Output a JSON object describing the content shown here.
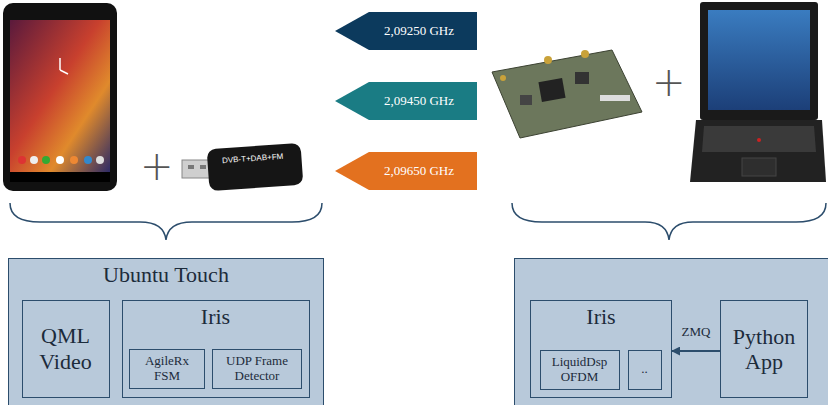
{
  "diagram": {
    "nodes": [
      {
        "text": [
          "2,09250 GHz"
        ]
      },
      {
        "text": [
          "2,09450 GHz"
        ]
      },
      {
        "text": [
          "2,09650 GHz"
        ]
      },
      {
        "text": [
          "Ubuntu Touch"
        ]
      },
      {
        "text": [
          "QML Video"
        ],
        "in": 3
      },
      {
        "text": [
          "Iris"
        ],
        "in": 3
      },
      {
        "text": [
          "AgileRx FSM"
        ],
        "in": 5
      },
      {
        "text": [
          "UDP Frame Detector"
        ],
        "in": 5
      },
      {
        "text": [
          "Iris"
        ]
      },
      {
        "text": [
          "LiquidDsp OFDM"
        ],
        "in": 8
      },
      {
        "text": [
          ".."
        ],
        "in": 8
      },
      {
        "text": [
          "Python App"
        ]
      }
    ],
    "edges": [
      {
        "from": 11,
        "to": 8,
        "arrow": "to",
        "label": "ZMQ"
      }
    ],
    "labels": [
      "+",
      "DVB-T+DAB+FM",
      "+"
    ]
  }
}
